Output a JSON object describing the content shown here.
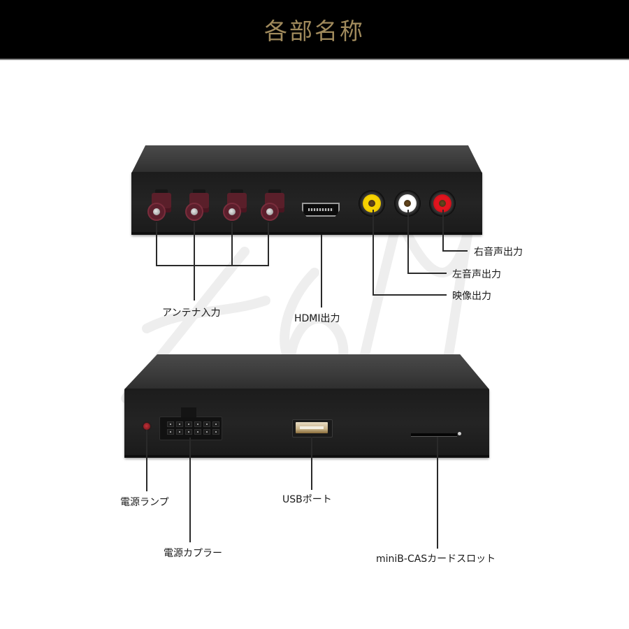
{
  "header": {
    "title": "各部名称",
    "background": "#000000",
    "title_color": "#a08a5c"
  },
  "top_device": {
    "view": "rear panel",
    "connectors": {
      "antenna_count": 4,
      "antenna_color": "#5a1f2a",
      "rca_colors": [
        "#f2c400",
        "#f0f0f0",
        "#d8141c"
      ]
    },
    "labels": {
      "antenna_input": "アンテナ入力",
      "hdmi_output": "HDMI出力",
      "video_output": "映像出力",
      "left_audio_output": "左音声出力",
      "right_audio_output": "右音声出力"
    }
  },
  "bottom_device": {
    "view": "front panel",
    "labels": {
      "power_lamp": "電源ランプ",
      "power_coupler": "電源カプラー",
      "usb_port": "USBポート",
      "card_slot": "miniB-CASカードスロット"
    }
  }
}
